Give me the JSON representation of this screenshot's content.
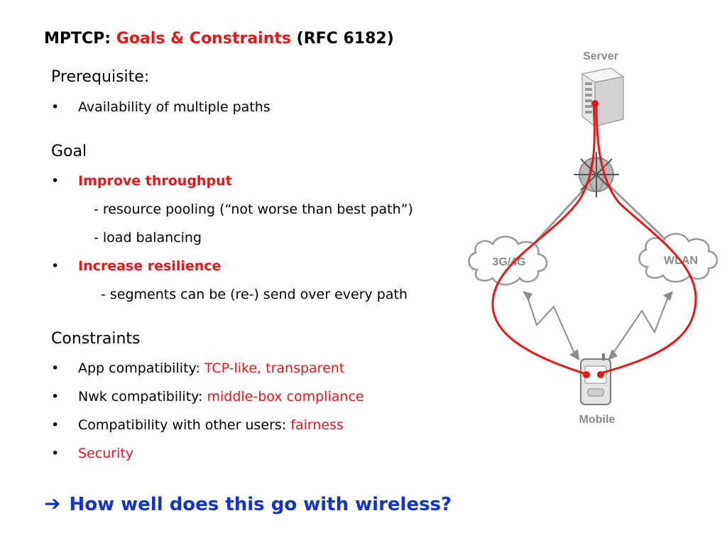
{
  "title": {
    "prefix": "MPTCP:",
    "highlight": "Goals & Constraints",
    "suffix": "(RFC 6182)"
  },
  "prerequisite": {
    "heading": "Prerequisite:",
    "items": [
      "Availability of multiple paths"
    ]
  },
  "goal": {
    "heading": "Goal",
    "items": [
      {
        "text": "Improve throughput",
        "subs": [
          "- resource pooling (“not worse than best path”)",
          "- load balancing"
        ]
      },
      {
        "text": "Increase resilience",
        "subs": [
          "- segments can be (re-) send over every path"
        ]
      }
    ]
  },
  "constraints": {
    "heading": "Constraints",
    "items": [
      {
        "label": "App compatibility:",
        "value": "TCP-like, transparent"
      },
      {
        "label": "Nwk compatibility:",
        "value": "middle-box compliance"
      },
      {
        "label": "Compatibility with other users:",
        "value": "fairness"
      },
      {
        "label": "",
        "value": "Security"
      }
    ]
  },
  "conclusion": {
    "arrow": "➔",
    "text": "How well does this go with wireless?"
  },
  "diagram": {
    "server_label": "Server",
    "left_network": "3G/4G",
    "right_network": "WLAN",
    "mobile_label": "Mobile"
  },
  "colors": {
    "accent_red": "#e8161b",
    "conclusion_blue": "#1432d2",
    "diagram_gray": "#8a8a8a"
  }
}
